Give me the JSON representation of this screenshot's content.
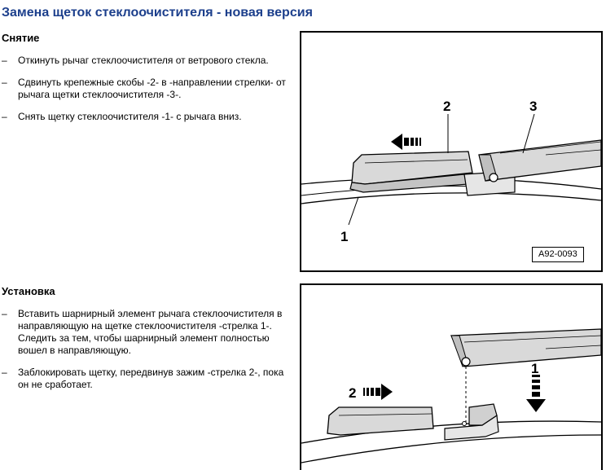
{
  "title": "Замена щеток стеклоочистителя - новая версия",
  "removal": {
    "heading": "Снятие",
    "steps": [
      "Откинуть рычаг стеклоочистителя от ветрового стекла.",
      "Сдвинуть крепежные скобы -2- в -направлении стрелки- от рычага щетки стеклоочистителя -3-.",
      "Снять щетку стеклоочистителя -1- с рычага вниз."
    ],
    "figure": {
      "code": "A92-0093",
      "callouts": [
        "1",
        "2",
        "3"
      ]
    }
  },
  "installation": {
    "heading": "Установка",
    "steps": [
      "Вставить шарнирный элемент рычага стеклоочистителя в направляющую на щетке стеклоочистителя -стрелка 1-. Следить за тем, чтобы шарнирный элемент полностью вошел в направляющую.",
      "Заблокировать щетку, передвинув зажим -стрелка 2-, пока он не сработает."
    ],
    "figure": {
      "callouts": [
        "1",
        "2"
      ]
    }
  },
  "dash": "–"
}
